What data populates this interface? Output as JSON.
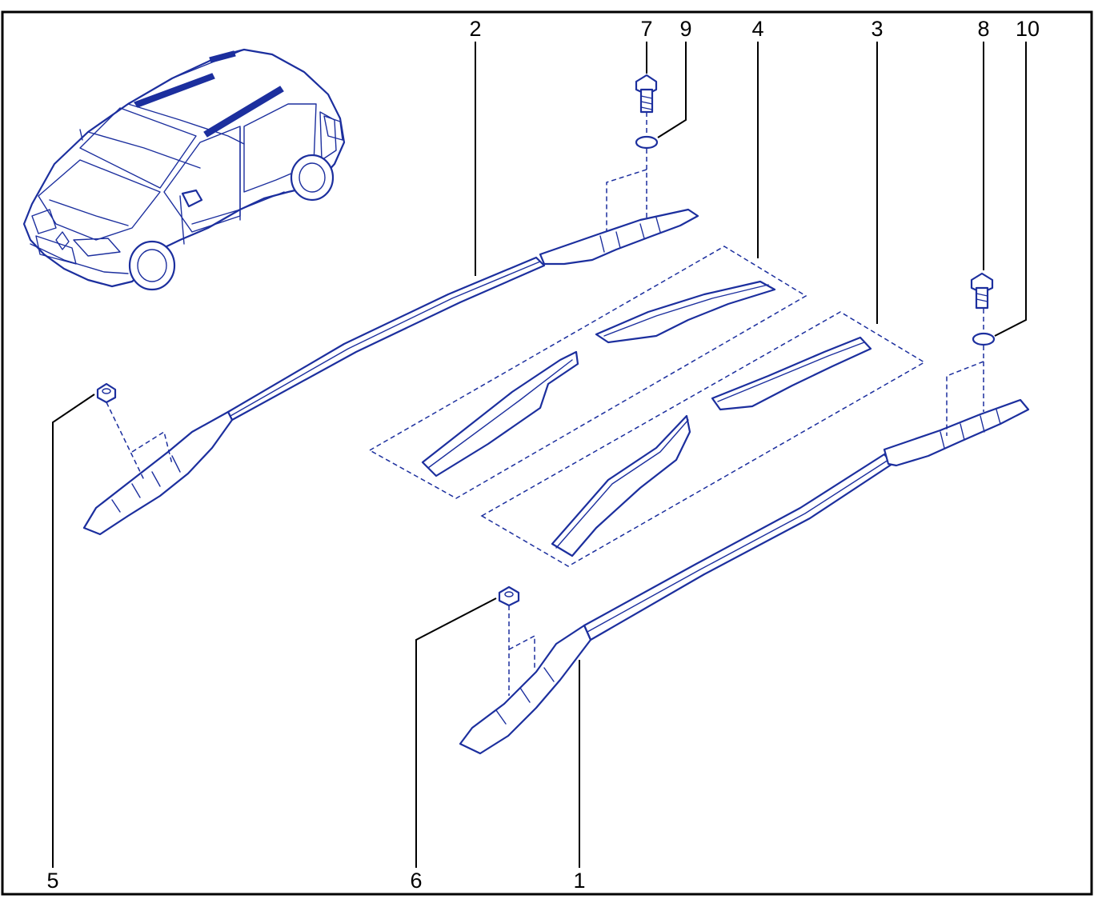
{
  "callouts": [
    {
      "id": "1",
      "text": "1"
    },
    {
      "id": "2",
      "text": "2"
    },
    {
      "id": "3",
      "text": "3"
    },
    {
      "id": "4",
      "text": "4"
    },
    {
      "id": "5",
      "text": "5"
    },
    {
      "id": "6",
      "text": "6"
    },
    {
      "id": "7",
      "text": "7"
    },
    {
      "id": "8",
      "text": "8"
    },
    {
      "id": "9",
      "text": "9"
    },
    {
      "id": "10",
      "text": "10"
    }
  ],
  "colors": {
    "ink": "#1c2f9e",
    "frame": "#000000",
    "background": "#ffffff"
  }
}
